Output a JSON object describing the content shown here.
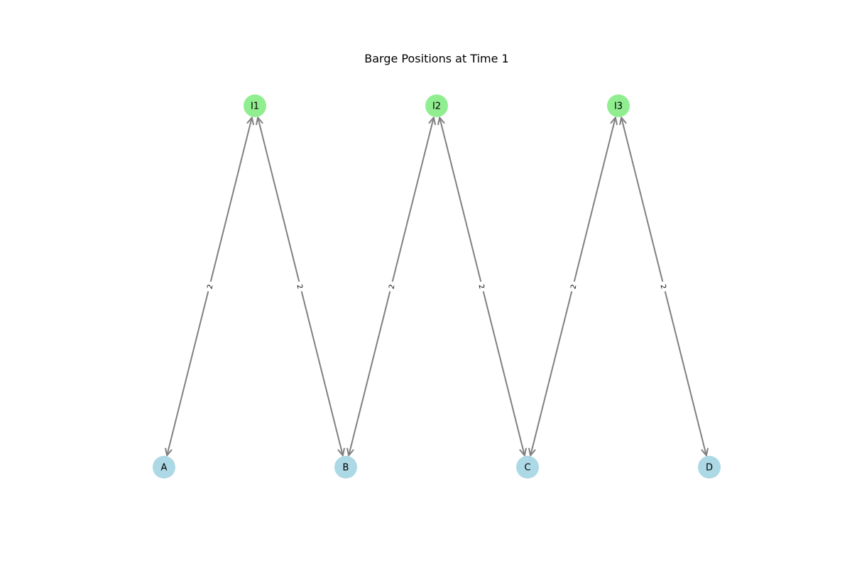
{
  "title": "Barge Positions at Time 1",
  "colors": {
    "port_node": "#add8e6",
    "intermediate_node": "#90ee90",
    "edge": "#808080"
  },
  "nodes": [
    {
      "id": "I1",
      "label": "I1",
      "kind": "intermediate"
    },
    {
      "id": "I2",
      "label": "I2",
      "kind": "intermediate"
    },
    {
      "id": "I3",
      "label": "I3",
      "kind": "intermediate"
    },
    {
      "id": "A",
      "label": "A",
      "kind": "port"
    },
    {
      "id": "B",
      "label": "B",
      "kind": "port"
    },
    {
      "id": "C",
      "label": "C",
      "kind": "port"
    },
    {
      "id": "D",
      "label": "D",
      "kind": "port"
    }
  ],
  "edges": [
    {
      "from": "A",
      "to": "I1",
      "label": "2",
      "bidirectional": true
    },
    {
      "from": "I1",
      "to": "B",
      "label": "2",
      "bidirectional": true
    },
    {
      "from": "B",
      "to": "I2",
      "label": "2",
      "bidirectional": true
    },
    {
      "from": "I2",
      "to": "C",
      "label": "2",
      "bidirectional": true
    },
    {
      "from": "C",
      "to": "I3",
      "label": "2",
      "bidirectional": true
    },
    {
      "from": "I3",
      "to": "D",
      "label": "2",
      "bidirectional": true
    }
  ]
}
